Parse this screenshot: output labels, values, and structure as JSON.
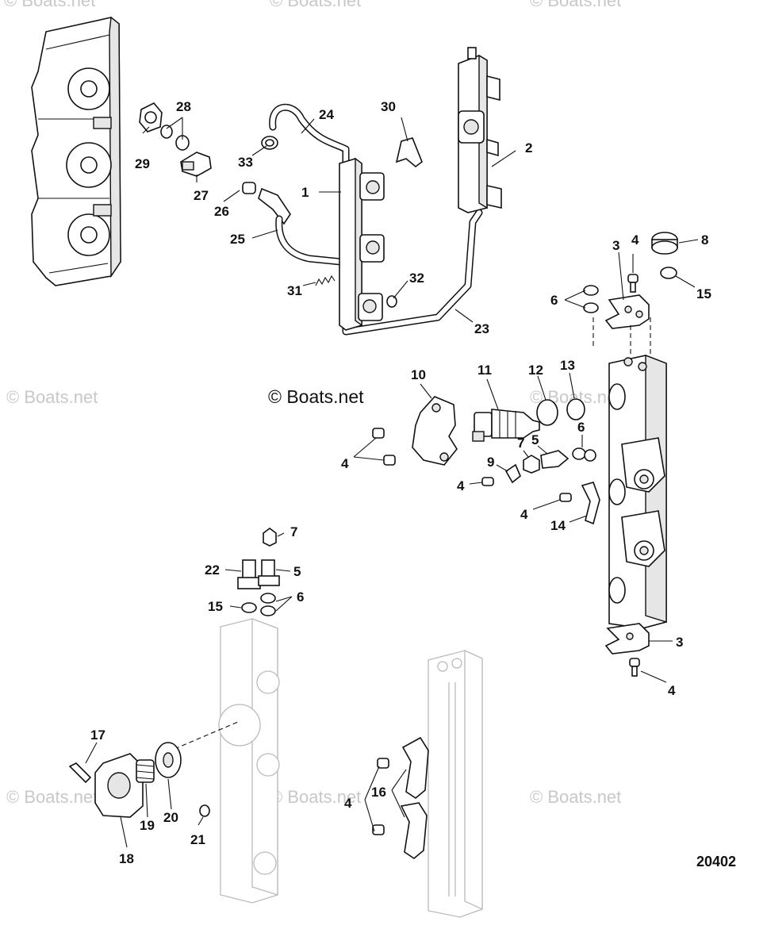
{
  "watermark_text": "© Boats.net",
  "brand_text": "© Boats.net",
  "figure_number": "20402",
  "callouts": [
    "1",
    "2",
    "3",
    "3",
    "4",
    "4",
    "4",
    "4",
    "4",
    "4",
    "5",
    "5",
    "6",
    "6",
    "6",
    "7",
    "7",
    "8",
    "9",
    "10",
    "11",
    "12",
    "13",
    "14",
    "15",
    "15",
    "16",
    "17",
    "18",
    "19",
    "20",
    "21",
    "22",
    "23",
    "24",
    "25",
    "26",
    "27",
    "28",
    "29",
    "30",
    "31",
    "32",
    "33"
  ],
  "colors": {
    "ink": "#111111",
    "watermark": "#c8c8c8",
    "ghost": "#bbbbbb"
  }
}
